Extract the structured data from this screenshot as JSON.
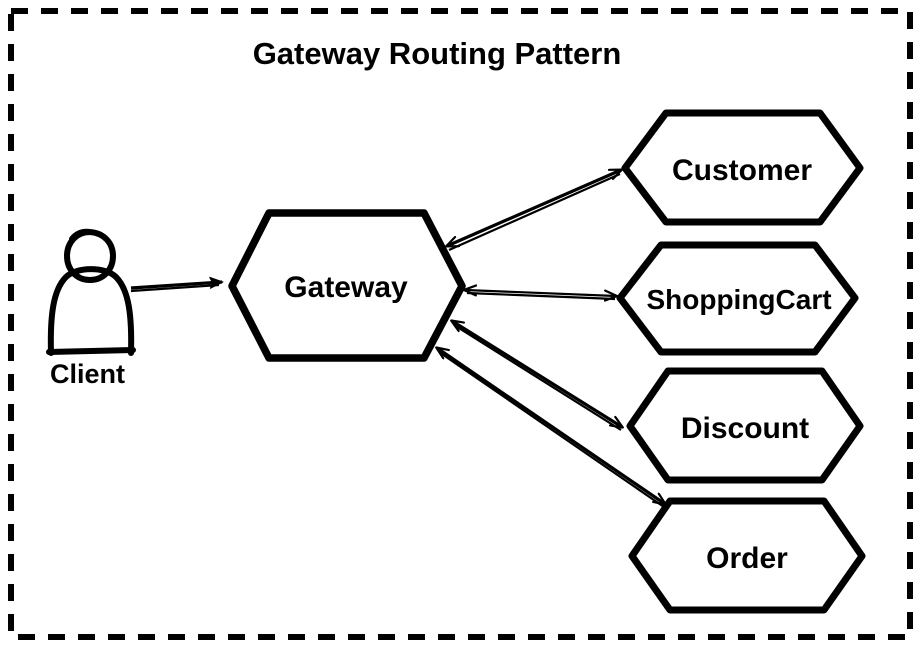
{
  "diagram": {
    "title": "Gateway Routing Pattern",
    "frame": {
      "style": "dashed",
      "color": "#000000"
    },
    "actor": {
      "name": "Client",
      "label": "Client",
      "icon": "person-icon"
    },
    "gateway": {
      "label": "Gateway",
      "shape": "hexagon"
    },
    "services": [
      {
        "id": "customer",
        "label": "Customer",
        "shape": "hexagon"
      },
      {
        "id": "shoppingcart",
        "label": "ShoppingCart",
        "shape": "hexagon"
      },
      {
        "id": "discount",
        "label": "Discount",
        "shape": "hexagon"
      },
      {
        "id": "order",
        "label": "Order",
        "shape": "hexagon"
      }
    ],
    "connections": [
      {
        "from": "Client",
        "to": "Gateway",
        "direction": "one-way"
      },
      {
        "from": "Gateway",
        "to": "Customer",
        "direction": "two-way"
      },
      {
        "from": "Gateway",
        "to": "ShoppingCart",
        "direction": "two-way"
      },
      {
        "from": "Gateway",
        "to": "Discount",
        "direction": "two-way"
      },
      {
        "from": "Gateway",
        "to": "Order",
        "direction": "two-way"
      }
    ]
  }
}
